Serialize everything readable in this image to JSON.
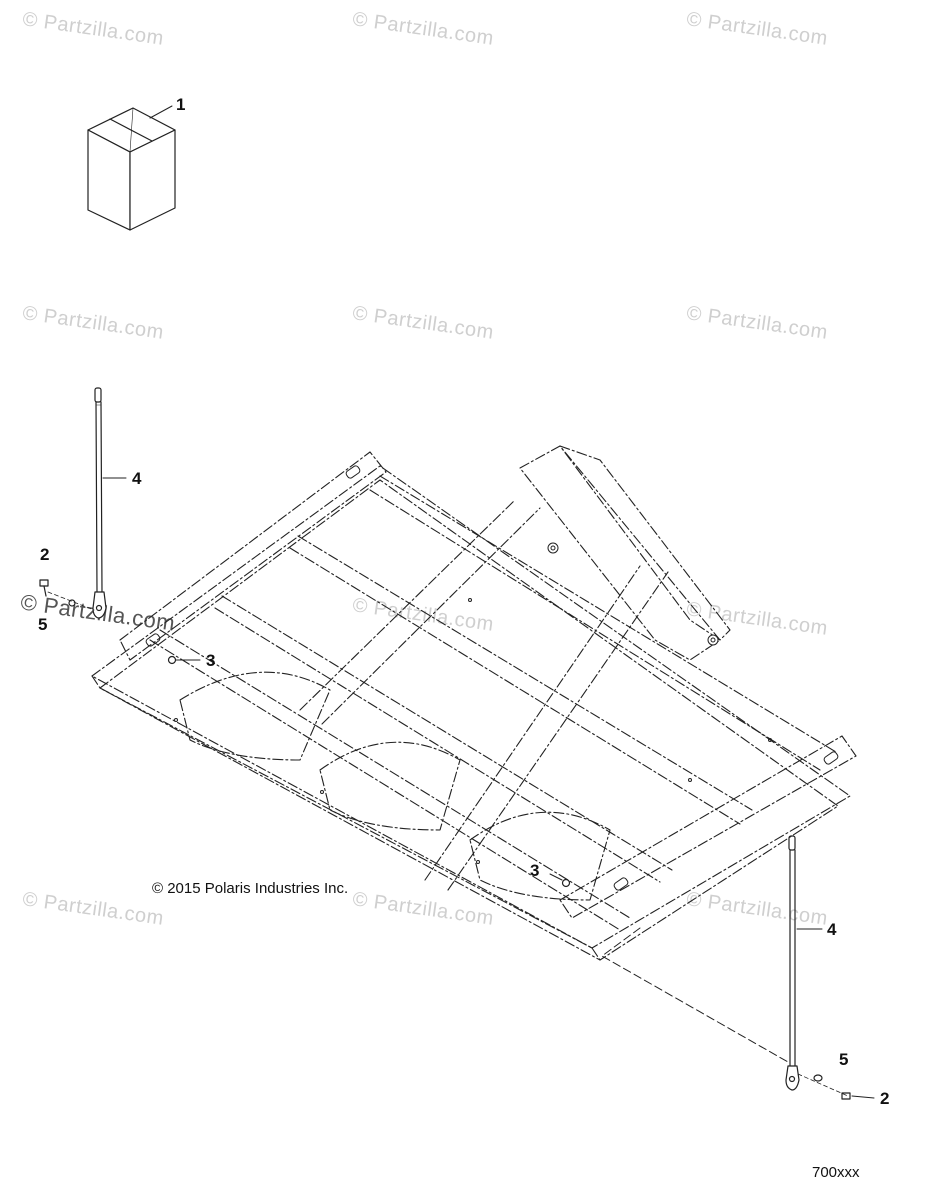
{
  "watermark_text": "© Partzilla.com",
  "callouts": {
    "c1": "1",
    "c2a": "2",
    "c5a": "5",
    "c4a": "4",
    "c3a": "3",
    "c3b": "3",
    "c4b": "4",
    "c5b": "5",
    "c2b": "2"
  },
  "copyright": "© 2015 Polaris Industries Inc.",
  "diagram_code": "700xxx"
}
